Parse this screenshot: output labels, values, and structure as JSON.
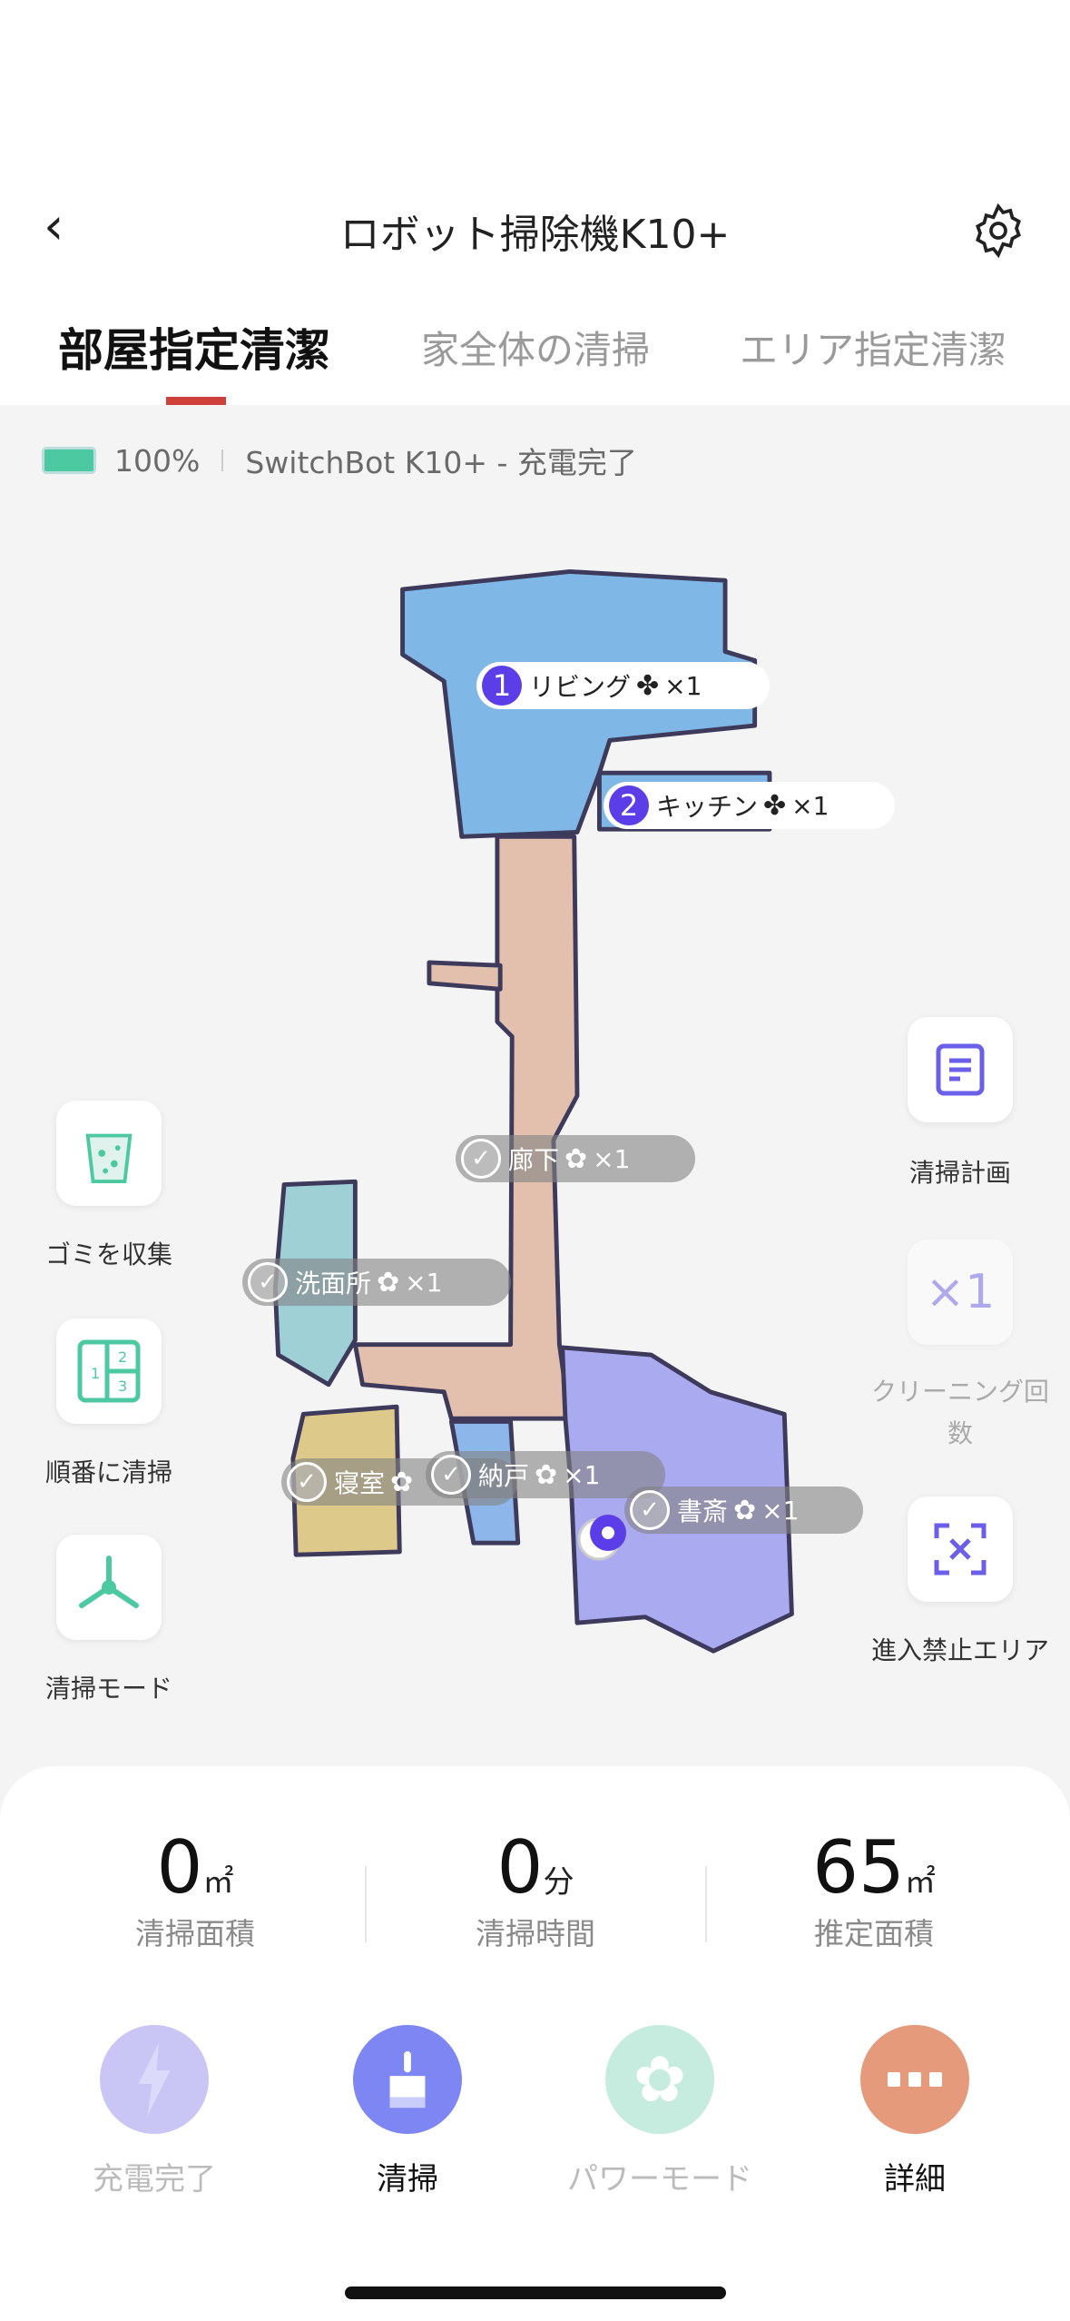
{
  "header": {
    "title": "ロボット掃除機K10+",
    "back": "‹"
  },
  "tabs": [
    {
      "label": "部屋指定清潔",
      "active": true
    },
    {
      "label": "家全体の清掃"
    },
    {
      "label": "エリア指定清潔"
    }
  ],
  "status": {
    "battery": "100%",
    "text": "SwitchBot K10+ - 充電完了"
  },
  "rooms": [
    {
      "name": "リビング",
      "order": "1",
      "suction": "×1"
    },
    {
      "name": "キッチン",
      "order": "2",
      "suction": "×1"
    },
    {
      "name": "廊下",
      "suction": "×1"
    },
    {
      "name": "洗面所",
      "suction": "×1"
    },
    {
      "name": "寝室",
      "suction": ""
    },
    {
      "name": "納戸",
      "suction": "×1"
    },
    {
      "name": "書斎",
      "suction": "×1"
    }
  ],
  "left_tools": [
    {
      "label": "ゴミを収集"
    },
    {
      "label": "順番に清掃"
    },
    {
      "label": "清掃モード"
    }
  ],
  "right_tools": [
    {
      "label": "清掃計画"
    },
    {
      "label": "クリーニング回数",
      "value": "×1"
    },
    {
      "label": "進入禁止エリア"
    }
  ],
  "stats": [
    {
      "value": "0",
      "unit": "㎡",
      "label": "清掃面積"
    },
    {
      "value": "0",
      "unit": "分",
      "label": "清掃時間"
    },
    {
      "value": "65",
      "unit": "㎡",
      "label": "推定面積"
    }
  ],
  "controls": [
    {
      "label": "充電完了"
    },
    {
      "label": "清掃"
    },
    {
      "label": "パワーモード"
    },
    {
      "label": "詳細"
    }
  ],
  "colors": {
    "accent": "#d0403a",
    "purple": "#5b3ee8",
    "living": "#7fb8e6",
    "hall": "#e2c0ad",
    "study": "#aaaaf0",
    "bedroom": "#ddc98a",
    "sink": "#9fd0d6"
  }
}
